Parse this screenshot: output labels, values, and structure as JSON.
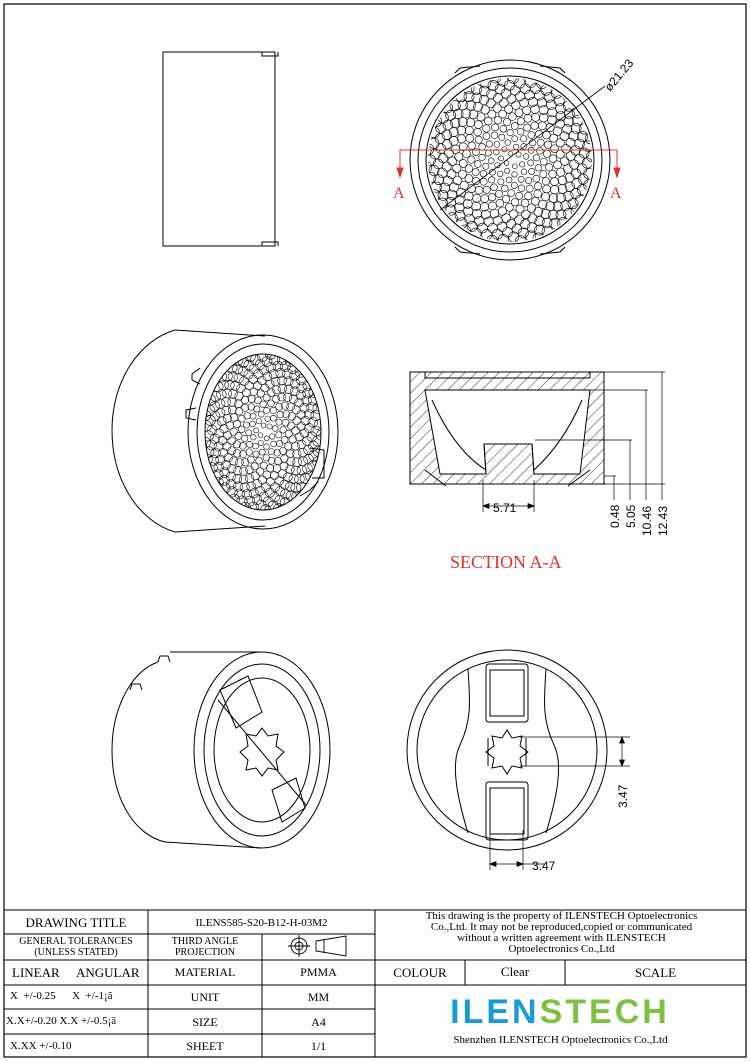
{
  "drawing": {
    "dim_diameter": "ø21.23",
    "section_mark": "A",
    "section_label": "SECTION A-A",
    "dim_width_center": "5.71",
    "dim_heights": [
      "0.48",
      "5.05",
      "10.46",
      "12.43"
    ],
    "dim_bottom_w": "3.47",
    "dim_bottom_h": "3.47"
  },
  "title_block": {
    "drawing_title_label": "DRAWING TITLE",
    "drawing_title_value": "ILENS585-S20-B12-H-03M2",
    "notice": [
      "This drawing is the property of ILENSTECH Optoelectronics",
      "Co.,Ltd. It may not be reproduced,copied or communicated",
      "without a written agreement with ILENSTECH",
      "Optoelectronics Co.,Ltd"
    ],
    "gen_tol_1": "GENERAL TOLERANCES",
    "gen_tol_2": "(UNLESS STATED)",
    "projection_1": "THIRD ANGLE",
    "projection_2": "PROJECTION",
    "linear_label": "LINEAR",
    "angular_label": "ANGULAR",
    "tol_rows": [
      "X  +/-0.25      X  +/-1¡ã",
      "X.X+/-0.20 X.X +/-0.5¡ã",
      "X.XX +/-0.10"
    ],
    "material_label": "MATERIAL",
    "material_value": "PMMA",
    "unit_label": "UNIT",
    "unit_value": "MM",
    "size_label": "SIZE",
    "size_value": "A4",
    "sheet_label": "SHEET",
    "sheet_value": "1/1",
    "colour_label": "COLOUR",
    "colour_value": "Clear",
    "scale_label": "SCALE",
    "logo_part1": "ILEN",
    "logo_part2": "STECH",
    "company": "Shenzhen ILENSTECH Optoelectronics Co.,Ltd"
  },
  "colors": {
    "line": "#000000",
    "section_red": "#e0302a",
    "logo_blue": "#1a9bd7",
    "logo_green": "#7cc142"
  }
}
